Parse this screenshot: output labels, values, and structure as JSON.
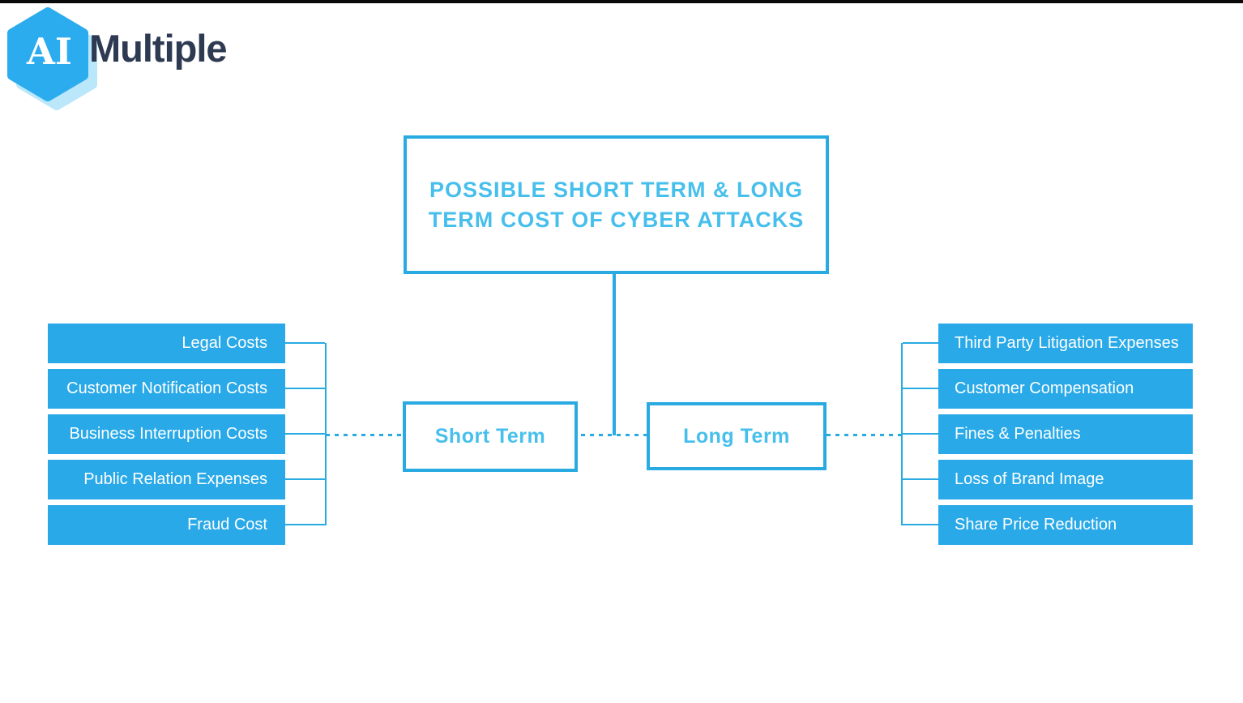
{
  "logo": {
    "ai": "AI",
    "name": "Multiple"
  },
  "title": {
    "line1": "POSSIBLE SHORT TERM & LONG",
    "line2": "TERM COST OF CYBER ATTACKS"
  },
  "short_term": {
    "label": "Short Term",
    "items": [
      "Legal Costs",
      "Customer  Notification Costs",
      "Business Interruption Costs",
      "Public Relation Expenses",
      "Fraud Cost"
    ]
  },
  "long_term": {
    "label": "Long Term",
    "items": [
      "Third Party Litigation Expenses",
      "Customer Compensation",
      "Fines & Penalties",
      "Loss of Brand Image",
      "Share Price Reduction"
    ]
  },
  "colors": {
    "line_blue": "#29abe2",
    "fill_blue": "#29a9e8",
    "text_light_blue": "#47bfec",
    "logo_navy": "#2d3a52",
    "logo_hex_blue": "#2bacee",
    "logo_hex_echo": "#a5e0f9",
    "box_text_white": "#ffffff",
    "top_bar_black": "#0a0a0a"
  }
}
